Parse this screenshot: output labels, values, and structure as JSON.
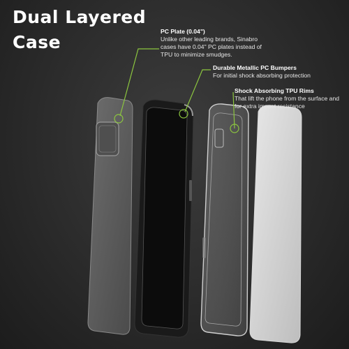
{
  "title": {
    "line1": "Dual Layered",
    "line2": "Case"
  },
  "callouts": [
    {
      "heading": "PC Plate (0.04\")",
      "body": "Unlike other leading brands, Sinabro cases have 0.04\" PC plates instead of TPU to minimize smudges."
    },
    {
      "heading": "Durable Metallic PC Bumpers",
      "body": "For initial shock absorbing protection"
    },
    {
      "heading": "Shock Absorbing TPU Rims",
      "body": "That lift the phone from the surface and for extra impact resistance"
    }
  ],
  "colors": {
    "background": "#2b2b2b",
    "accent": "#8cc63f",
    "text": "#ffffff"
  }
}
